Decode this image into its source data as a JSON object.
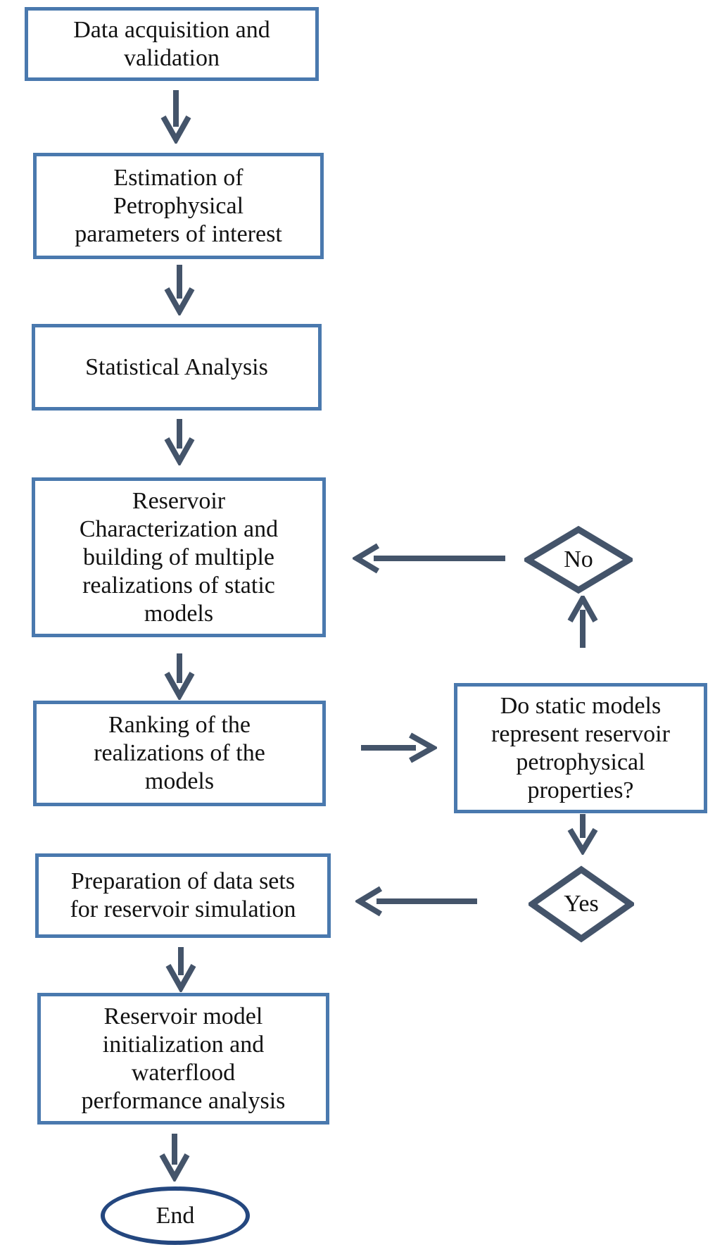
{
  "type": "flowchart",
  "colors": {
    "background": "#FFFFFF",
    "text": "#121212",
    "box_border": "#4A79AE",
    "diamond_border": "#44546A",
    "arrow": "#44546A",
    "ellipse_border": "#24477F"
  },
  "nodes": {
    "data_acquisition": {
      "label": [
        "Data acquisition and",
        "validation"
      ]
    },
    "estimation": {
      "label": [
        "Estimation of",
        "Petrophysical",
        "parameters of interest"
      ]
    },
    "statistical": {
      "label": [
        "Statistical Analysis"
      ]
    },
    "characterization": {
      "label": [
        "Reservoir",
        "Characterization and",
        "building of multiple",
        "realizations of static",
        "models"
      ]
    },
    "ranking": {
      "label": [
        "Ranking of the",
        "realizations of the",
        "models"
      ]
    },
    "decision_question": {
      "label": [
        "Do static models",
        "represent reservoir",
        "petrophysical",
        "properties?"
      ]
    },
    "no_decision": {
      "label": "No"
    },
    "yes_decision": {
      "label": "Yes"
    },
    "preparation": {
      "label": [
        "Preparation of data sets",
        "for reservoir simulation"
      ]
    },
    "initialization": {
      "label": [
        "Reservoir model",
        "initialization and",
        "waterflood",
        "performance analysis"
      ]
    },
    "end": {
      "label": "End"
    }
  }
}
